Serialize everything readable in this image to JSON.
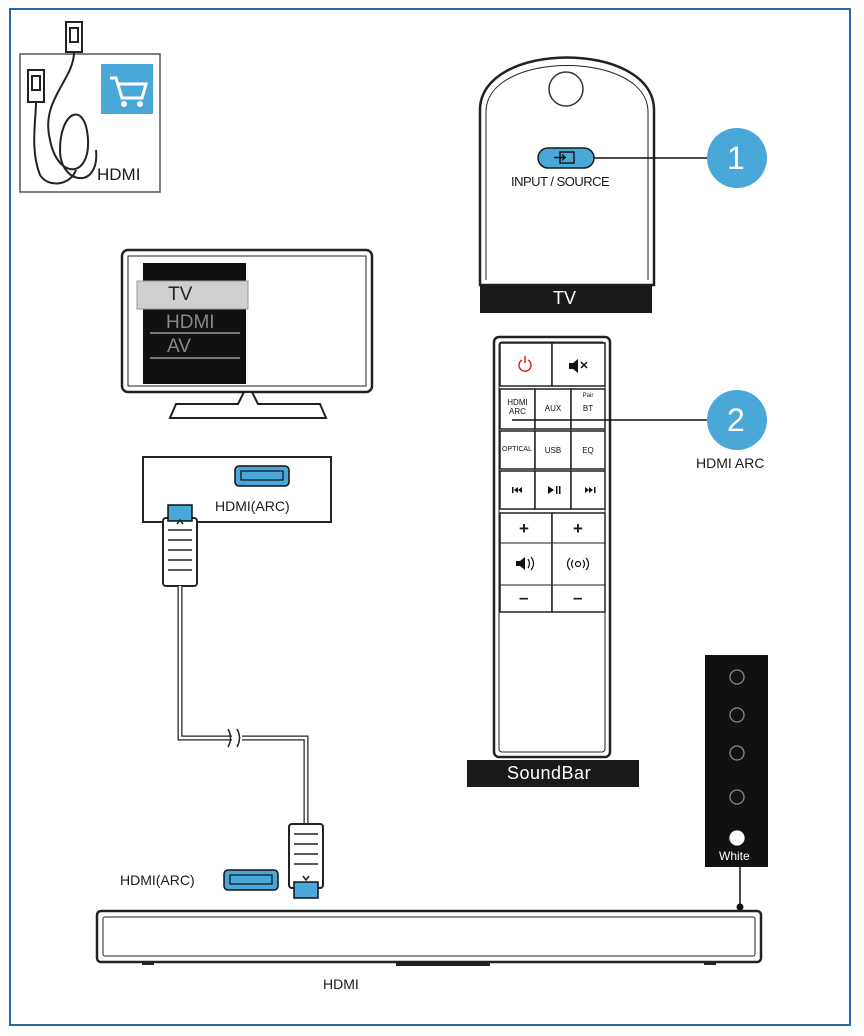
{
  "accessory": {
    "label": "HDMI",
    "icon": "shopping-cart-icon"
  },
  "tv_remote": {
    "input_label": "INPUT / SOURCE",
    "name_label": "TV",
    "step": "1"
  },
  "tv_screen": {
    "menu": [
      "TV",
      "HDMI",
      "AV"
    ],
    "selected": "TV"
  },
  "tv_port": {
    "label": "HDMI(ARC)"
  },
  "soundbar_remote": {
    "name_label": "SoundBar",
    "step": "2",
    "step_label": "HDMI ARC",
    "buttons": {
      "hdmi_arc": "HDMI ARC",
      "aux": "AUX",
      "pair": "Pair",
      "bt": "BT",
      "optical": "OPTICAL",
      "usb": "USB",
      "eq": "EQ",
      "plus": "+",
      "minus": "–"
    }
  },
  "soundbar": {
    "port_label": "HDMI(ARC)",
    "bottom_label": "HDMI"
  },
  "indicator_panel": {
    "white_label": "White"
  },
  "colors": {
    "accent": "#4aa8d8",
    "frame": "#2a6aa3",
    "power": "#e02020"
  }
}
